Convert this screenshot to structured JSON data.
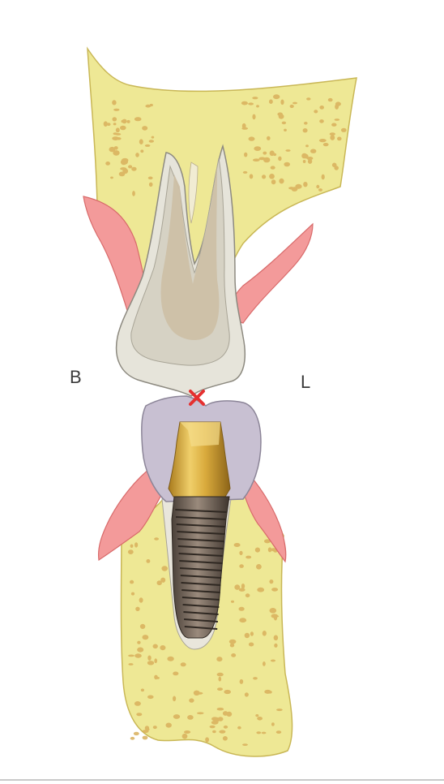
{
  "labels": {
    "buccal": "B",
    "lingual": "L",
    "contact_mark": "X"
  },
  "colors": {
    "bone": "#eee895",
    "bone_outline": "#c9b756",
    "bone_pore": "#d9b05c",
    "gingiva": "#f39a9a",
    "gingiva_outline": "#d86a6a",
    "enamel": "#e6e4da",
    "dentin": "#d6d2c4",
    "pulp": "#cdbfa5",
    "crown": "#c8c0d2",
    "abutment": "#d4a83a",
    "implant": "#6b5e54",
    "contact_mark": "#e53030"
  },
  "icons": {
    "contact_mark": "x-mark-icon"
  }
}
